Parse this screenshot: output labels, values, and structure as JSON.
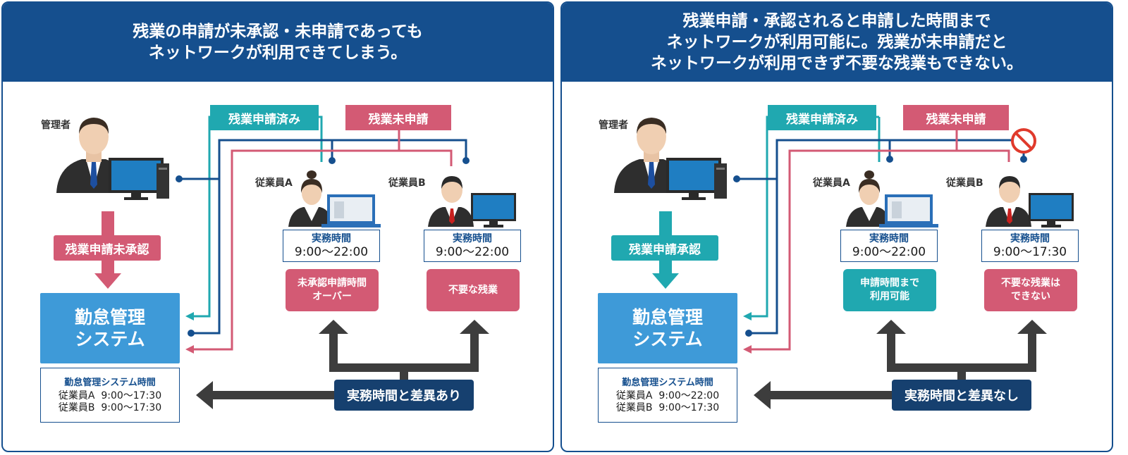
{
  "colors": {
    "navy": "#154f8e",
    "dark_navy": "#16406f",
    "teal": "#20a8b0",
    "pink": "#d35a74",
    "blue": "#3e9ad8",
    "gray_arrow": "#3d3d3d"
  },
  "left_panel": {
    "title_lines": [
      "残業の申請が未承認・未申請であっても",
      "ネットワークが利用できてしまう。"
    ],
    "manager_label": "管理者",
    "tag_applied": "残業申請済み",
    "tag_not_applied": "残業未申請",
    "approval_label": "残業申請未承認",
    "employee_a": {
      "label": "従業員A",
      "work_title": "実務時間",
      "work_time": "9:00～22:00",
      "result_lines": [
        "未承認申請時間",
        "オーバー"
      ]
    },
    "employee_b": {
      "label": "従業員B",
      "work_title": "実務時間",
      "work_time": "9:00～22:00",
      "result_lines": [
        "不要な残業"
      ]
    },
    "system_lines": [
      "勤怠管理",
      "システム"
    ],
    "system_time": {
      "title": "勤怠管理システム時間",
      "row_a": "従業員A  9:00～17:30",
      "row_b": "従業員B  9:00～17:30"
    },
    "diff_label": "実務時間と差異あり"
  },
  "right_panel": {
    "title_lines": [
      "残業申請・承認されると申請した時間まで",
      "ネットワークが利用可能に。残業が未申請だと",
      "ネットワークが利用できず不要な残業もできない。"
    ],
    "manager_label": "管理者",
    "tag_applied": "残業申請済み",
    "tag_not_applied": "残業未申請",
    "approval_label": "残業申請承認",
    "employee_a": {
      "label": "従業員A",
      "work_title": "実務時間",
      "work_time": "9:00～22:00",
      "result_lines": [
        "申請時間まで",
        "利用可能"
      ]
    },
    "employee_b": {
      "label": "従業員B",
      "work_title": "実務時間",
      "work_time": "9:00～17:30",
      "result_lines": [
        "不要な残業は",
        "できない"
      ]
    },
    "system_lines": [
      "勤怠管理",
      "システム"
    ],
    "system_time": {
      "title": "勤怠管理システム時間",
      "row_a": "従業員A  9:00～22:00",
      "row_b": "従業員B  9:00～17:30"
    },
    "diff_label": "実務時間と差異なし"
  }
}
